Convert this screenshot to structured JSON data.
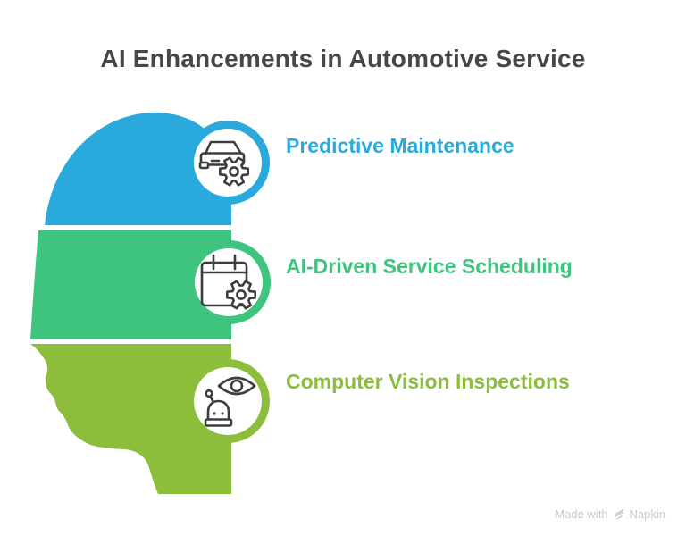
{
  "title": "AI Enhancements in Automotive Service",
  "items": [
    {
      "label": "Predictive Maintenance",
      "color": "#29A9DC",
      "icon": "car-gear-icon"
    },
    {
      "label": "AI-Driven Service Scheduling",
      "color": "#3EC47E",
      "icon": "calendar-gear-icon"
    },
    {
      "label": "Computer Vision Inspections",
      "color": "#8CBE3C",
      "icon": "robot-vision-icon"
    }
  ],
  "footer": {
    "made_with": "Made with",
    "brand": "Napkin"
  },
  "colors": {
    "section_blue": "#29A9DC",
    "section_green": "#3EC47E",
    "section_lime": "#8CBE3C",
    "title_text": "#474747",
    "icon_stroke": "#3D3D3D",
    "watermark_gray": "#C9C9C9",
    "background": "#FFFFFF"
  }
}
